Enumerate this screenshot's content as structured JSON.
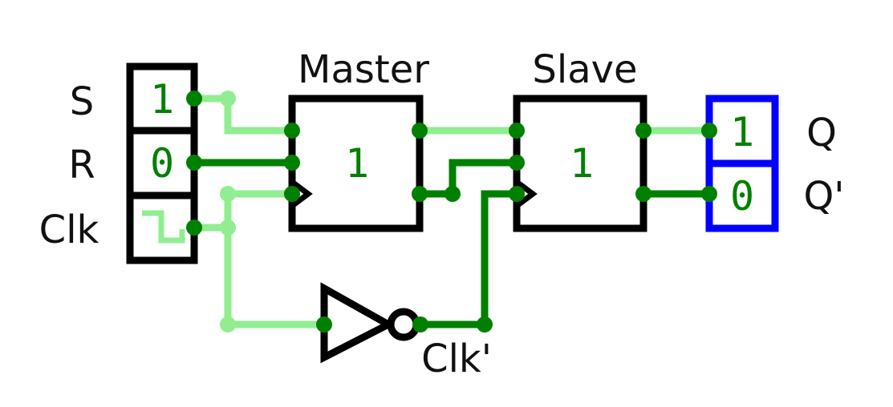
{
  "colors": {
    "wire_high": "#008000",
    "wire_low": "#90ee90",
    "output_box": "#0000ff",
    "outline": "#000000",
    "label": "#111111"
  },
  "inputs": {
    "s_label": "S",
    "r_label": "R",
    "clk_label": "Clk",
    "s_value": "1",
    "r_value": "0"
  },
  "master": {
    "title": "Master",
    "value": "1"
  },
  "slave": {
    "title": "Slave",
    "value": "1"
  },
  "inverter": {
    "label": "Clk'"
  },
  "outputs": {
    "q_label": "Q",
    "qbar_label": "Q'",
    "q_value": "1",
    "qbar_value": "0"
  }
}
